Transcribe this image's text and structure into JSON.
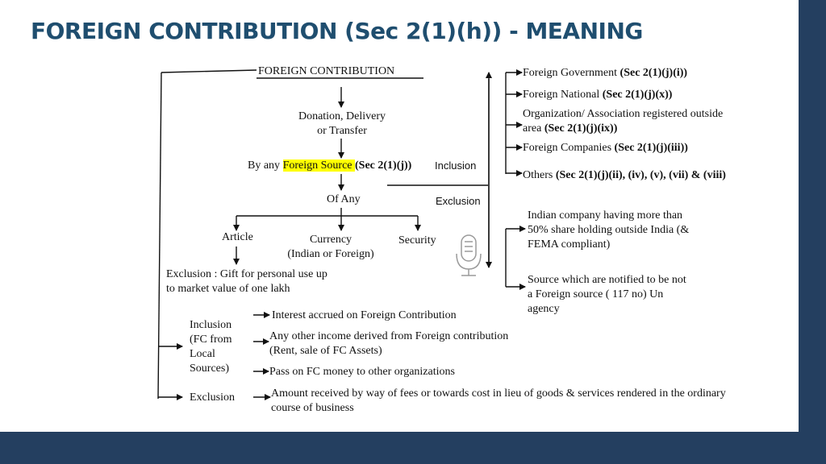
{
  "title": "FOREIGN CONTRIBUTION (Sec 2(1)(h))  - MEANING",
  "nodes": {
    "root": "FOREIGN CONTRIBUTION",
    "donation_1": "Donation, Delivery",
    "donation_2": "or Transfer",
    "source_prefix": "By any ",
    "source_highlight": "Foreign Source ",
    "source_ref": "(Sec 2(1)(j))",
    "inclusion_label": "Inclusion",
    "exclusion_label": "Exclusion",
    "of_any": "Of Any",
    "article": "Article",
    "currency_1": "Currency",
    "currency_2": "(Indian or Foreign)",
    "security": "Security",
    "gift_1": "Exclusion : Gift for personal use up",
    "gift_2": "to market value of one lakh"
  },
  "inclusions": [
    {
      "text": "Foreign Government ",
      "ref": "(Sec 2(1)(j)(i))"
    },
    {
      "text": "Foreign National ",
      "ref": "(Sec 2(1)(j)(x))"
    },
    {
      "text": "Organization/ Association registered outside",
      "text2": "area ",
      "ref": "(Sec 2(1)(j)(ix))"
    },
    {
      "text": "Foreign Companies ",
      "ref": "(Sec 2(1)(j)(iii))"
    },
    {
      "text": "Others ",
      "ref": "(Sec 2(1)(j)(ii), (iv), (v),  (vii) & (viii)"
    }
  ],
  "exclusions": {
    "item1": [
      "Indian company having more than",
      "50% share holding outside India (&",
      "FEMA compliant)"
    ],
    "item2": [
      "Source which are notified to be not",
      "a Foreign source ( 117 no)  Un",
      "agency"
    ]
  },
  "bottom": {
    "inclusion_label": [
      "Inclusion",
      "(FC from",
      "Local",
      "Sources)"
    ],
    "exclusion_label": "Exclusion",
    "items": [
      "Interest accrued on Foreign Contribution",
      "Any other income derived from Foreign contribution",
      "(Rent, sale of FC Assets)",
      "Pass on FC money to other organizations"
    ],
    "exclusion_item": [
      "Amount received by way of fees or towards cost in lieu of goods & services rendered in the ordinary",
      "course of business"
    ]
  },
  "colors": {
    "title": "#1f4e6f",
    "bars": "#243f60",
    "highlight": "#ffff00"
  }
}
